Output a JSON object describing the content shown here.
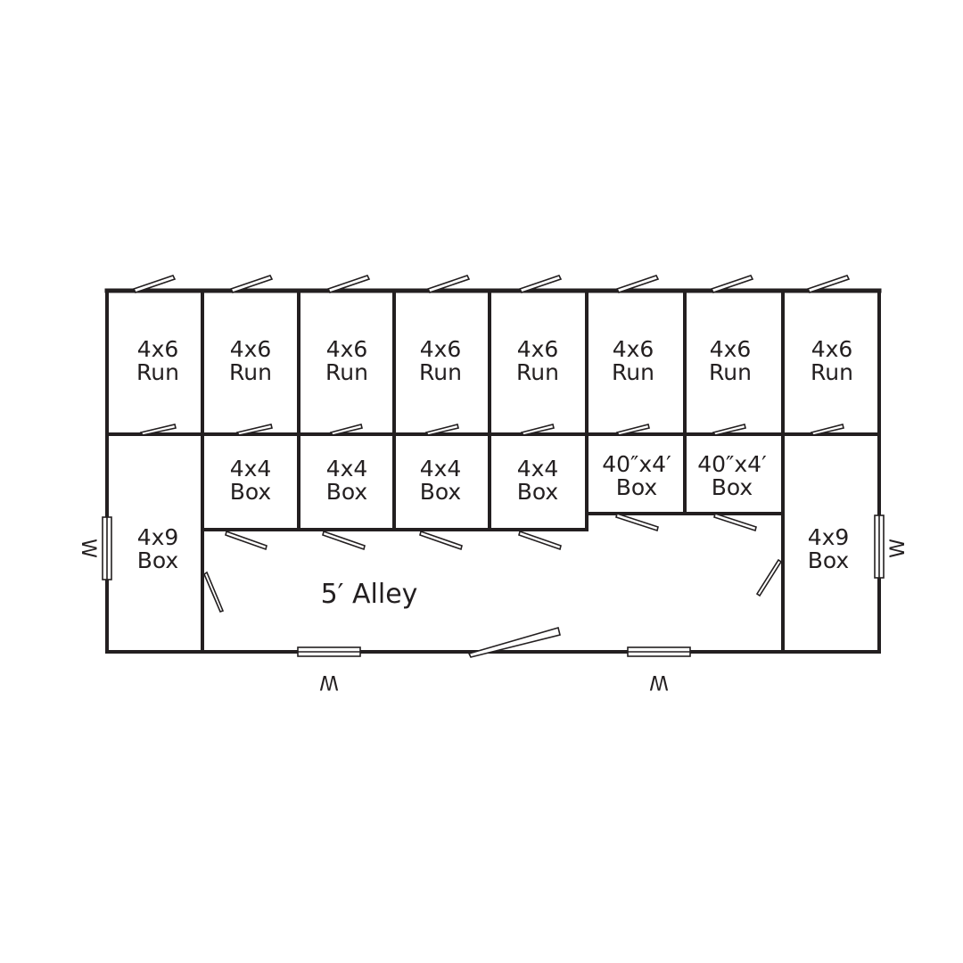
{
  "floor_plan": {
    "runs": [
      {
        "line1": "4x6",
        "line2": "Run"
      },
      {
        "line1": "4x6",
        "line2": "Run"
      },
      {
        "line1": "4x6",
        "line2": "Run"
      },
      {
        "line1": "4x6",
        "line2": "Run"
      },
      {
        "line1": "4x6",
        "line2": "Run"
      },
      {
        "line1": "4x6",
        "line2": "Run"
      },
      {
        "line1": "4x6",
        "line2": "Run"
      },
      {
        "line1": "4x6",
        "line2": "Run"
      }
    ],
    "boxes": [
      {
        "line1": "4x4",
        "line2": "Box"
      },
      {
        "line1": "4x4",
        "line2": "Box"
      },
      {
        "line1": "4x4",
        "line2": "Box"
      },
      {
        "line1": "4x4",
        "line2": "Box"
      },
      {
        "line1": "40″x4′",
        "line2": "Box"
      },
      {
        "line1": "40″x4′",
        "line2": "Box"
      }
    ],
    "end_boxes": {
      "left": {
        "line1": "4x9",
        "line2": "Box"
      },
      "right": {
        "line1": "4x9",
        "line2": "Box"
      }
    },
    "alley_label": "5′ Alley",
    "window_label": "W"
  }
}
